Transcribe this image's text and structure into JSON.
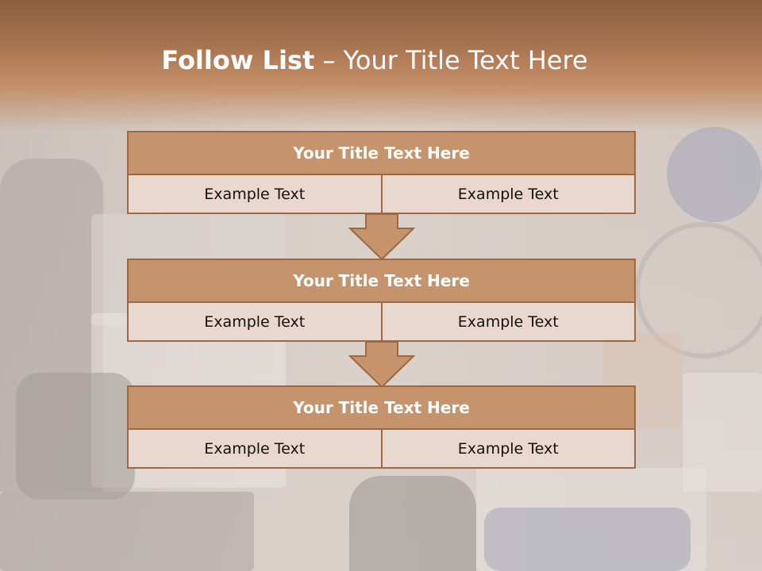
{
  "slide": {
    "title_bold": "Follow List",
    "title_rest": " – Your Title Text Here"
  },
  "blocks": [
    {
      "title": "Your Title Text Here",
      "cells": [
        "Example Text",
        "Example Text"
      ]
    },
    {
      "title": "Your Title Text Here",
      "cells": [
        "Example Text",
        "Example Text"
      ]
    },
    {
      "title": "Your Title Text Here",
      "cells": [
        "Example Text",
        "Example Text"
      ]
    }
  ],
  "colors": {
    "header_band": "#a87450",
    "block_title_fill": "#c6946c",
    "block_border": "#9b6a44",
    "cell_fill": "#ead8cf",
    "arrow_fill": "#c6946c"
  }
}
